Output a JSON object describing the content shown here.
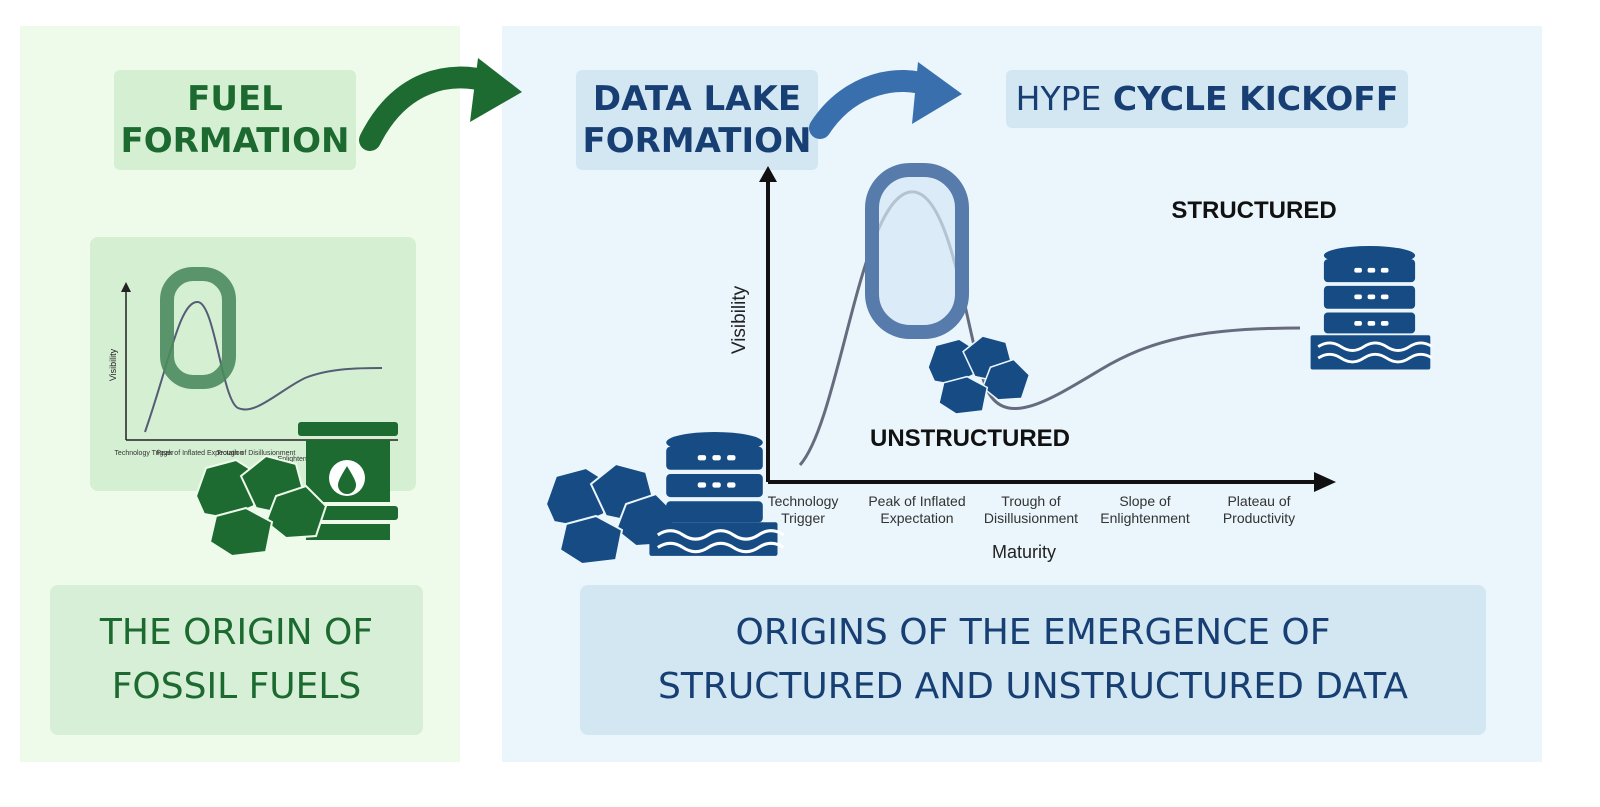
{
  "left": {
    "title_line1": "FUEL",
    "title_line2": "FORMATION",
    "caption_line1": "THE ORIGIN OF",
    "caption_line2": "FOSSIL FUELS",
    "mini_chart": {
      "ylabel": "Visibility",
      "phases": [
        "Technology Trigger",
        "Peak of Inflated Expectation",
        "Trough of Disillusionment",
        "Enlightenment"
      ]
    }
  },
  "right": {
    "title_line1": "DATA LAKE",
    "title_line2": "FORMATION",
    "hype_normal": "HYPE",
    "hype_bold": "CYCLE KICKOFF",
    "caption_line1": "ORIGINS OF THE EMERGENCE OF",
    "caption_line2": "STRUCTURED AND UNSTRUCTURED DATA",
    "labels": {
      "structured": "STRUCTURED",
      "unstructured": "UNSTRUCTURED"
    },
    "chart": {
      "ylabel": "Visibility",
      "xlabel": "Maturity",
      "phases": [
        [
          "Technology",
          "Trigger"
        ],
        [
          "Peak of Inflated",
          "Expectation"
        ],
        [
          "Trough of",
          "Disillusionment"
        ],
        [
          "Slope of",
          "Enlightenment"
        ],
        [
          "Plateau of",
          "Productivity"
        ]
      ]
    }
  },
  "colors": {
    "green_dark": "#1c6a2f",
    "green_icon": "#1e6b32",
    "blue_dark": "#173f73",
    "blue_icon": "#164b84",
    "arrow_blue": "#3a6fae"
  }
}
